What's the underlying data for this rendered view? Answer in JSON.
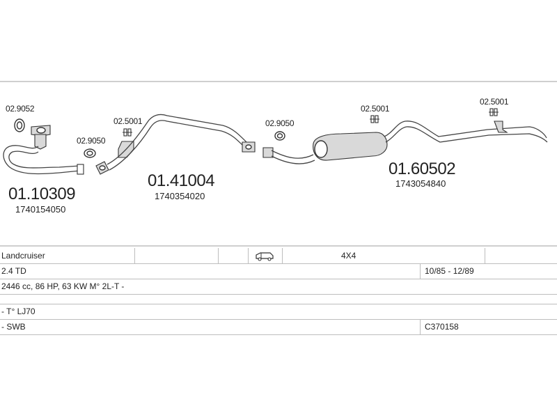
{
  "parts": {
    "gasket_a": "02.9052",
    "gasket_b": "02.9050",
    "clamp_a": "02.5001",
    "gasket_c": "02.9050",
    "clamp_b": "02.5001",
    "clamp_c": "02.5001",
    "front_pipe": {
      "number": "01.10309",
      "oem": "1740154050"
    },
    "middle_pipe": {
      "number": "01.41004",
      "oem": "1740354020"
    },
    "rear_silencer": {
      "number": "01.60502",
      "oem": "1743054840"
    }
  },
  "vehicle": {
    "model": "Landcruiser",
    "drive": "4X4",
    "vehicle_icon": "van-icon",
    "engine": "2.4 TD",
    "years": "10/85 - 12/89",
    "spec": "2446 cc, 86 HP, 63 KW M° 2L-T -",
    "type": "- T° LJ70",
    "wheelbase": "- SWB",
    "catalogue": "C370158"
  },
  "colors": {
    "line": "#444444",
    "part_fill": "#d9d9d9",
    "rule": "#cfcfcf"
  }
}
